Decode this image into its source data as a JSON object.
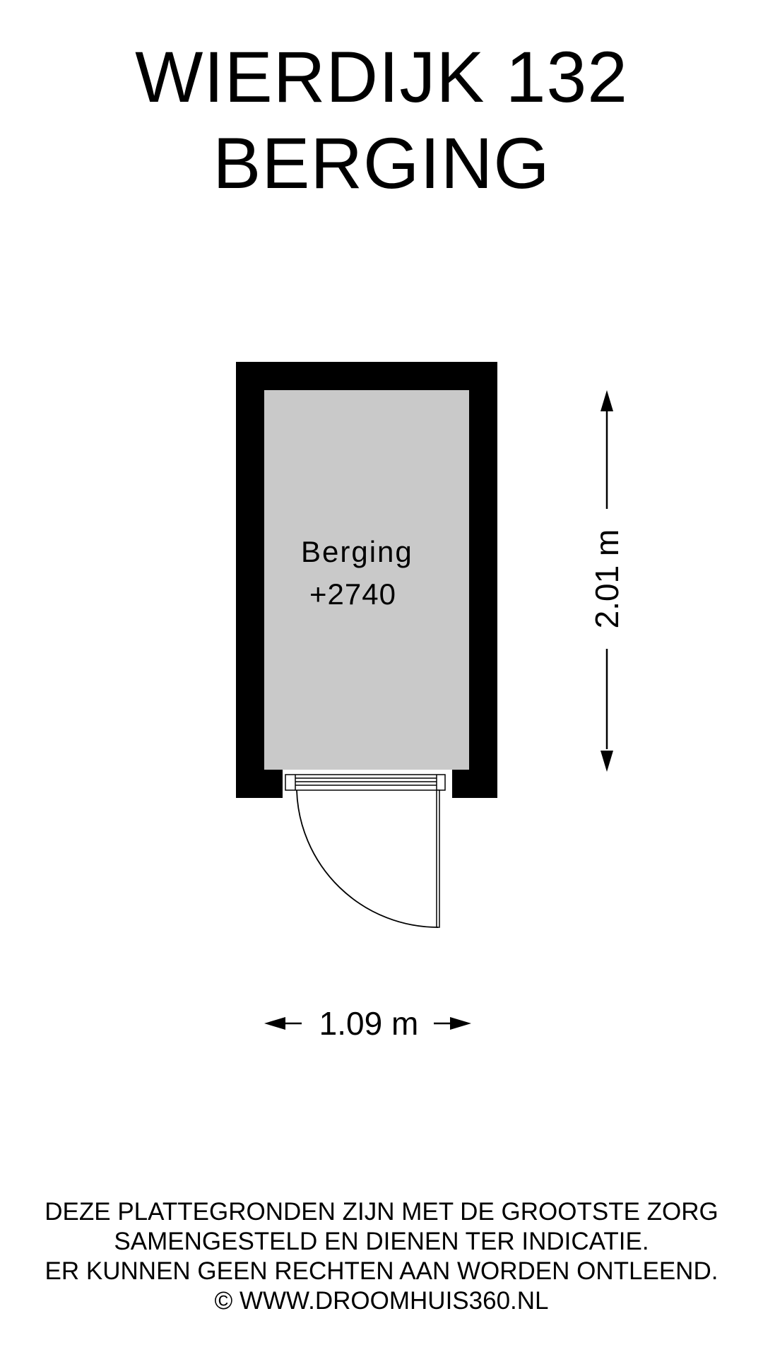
{
  "header": {
    "title_line_1": "WIERDIJK 132",
    "title_line_2": "BERGING"
  },
  "room": {
    "name": "Berging",
    "level": "+2740"
  },
  "dimensions": {
    "width_label": "1.09 m",
    "height_label": "2.01 m"
  },
  "disclaimer": {
    "lines": [
      "DEZE PLATTEGRONDEN ZIJN MET DE GROOTSTE ZORG",
      "SAMENGESTELD EN DIENEN TER INDICATIE.",
      "ER KUNNEN GEEN RECHTEN AAN WORDEN ONTLEEND.",
      "© WWW.DROOMHUIS360.NL"
    ]
  },
  "colors": {
    "wall": "#000000",
    "floor": "#c9c9c9",
    "background": "#ffffff"
  }
}
